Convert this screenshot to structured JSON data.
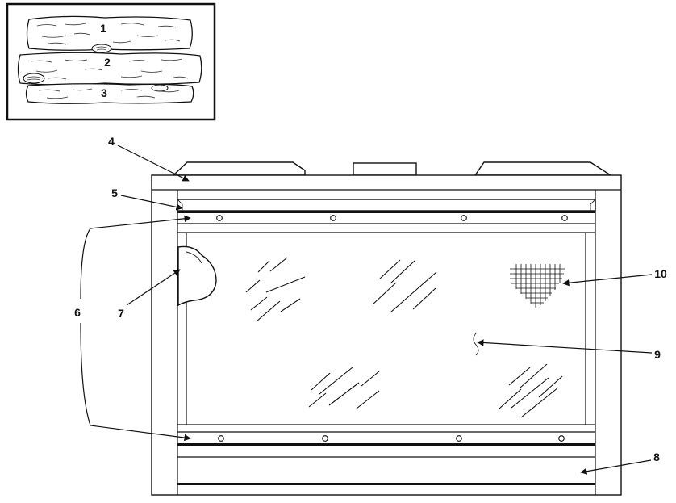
{
  "callouts": {
    "log_1": "1",
    "log_2": "2",
    "log_3": "3",
    "top_panel": "4",
    "header_strip": "5",
    "glass_retainer": "6",
    "ember_pad": "7",
    "bottom_panel": "8",
    "glass": "9",
    "screen_mesh": "10"
  }
}
